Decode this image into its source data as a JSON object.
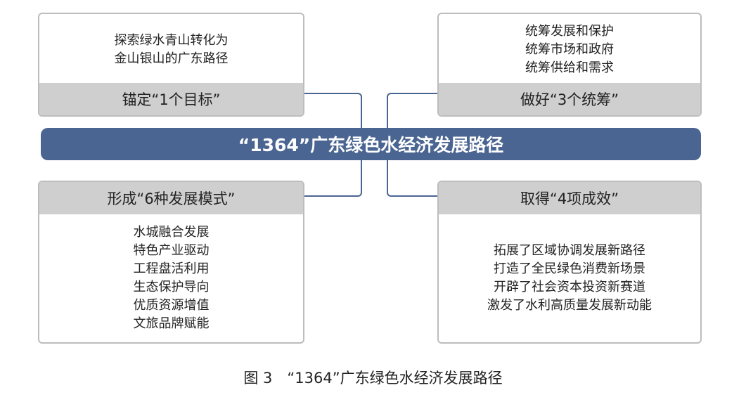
{
  "main_title": "“1364”广东绿色水经济发展路径",
  "boxes": {
    "goal": {
      "header": "锚定“1个目标”",
      "items": [
        "探索绿水青山转化为",
        "金山银山的广东路径"
      ]
    },
    "coord": {
      "header": "做好“3个统筹”",
      "items": [
        "统筹发展和保护",
        "统筹市场和政府",
        "统筹供给和需求"
      ]
    },
    "modes": {
      "header": "形成“6种发展模式”",
      "items": [
        "水城融合发展",
        "特色产业驱动",
        "工程盘活利用",
        "生态保护导向",
        "优质资源增值",
        "文旅品牌赋能"
      ]
    },
    "results": {
      "header": "取得“4项成效”",
      "items": [
        "拓展了区域协调发展新路径",
        "打造了全民绿色消费新场景",
        "开辟了社会资本投资新赛道",
        "激发了水利高质量发展新动能"
      ]
    }
  },
  "caption": "图 3　“1364”广东绿色水经济发展路径",
  "colors": {
    "main": "#4a6591",
    "header": "#cfcfcf"
  }
}
